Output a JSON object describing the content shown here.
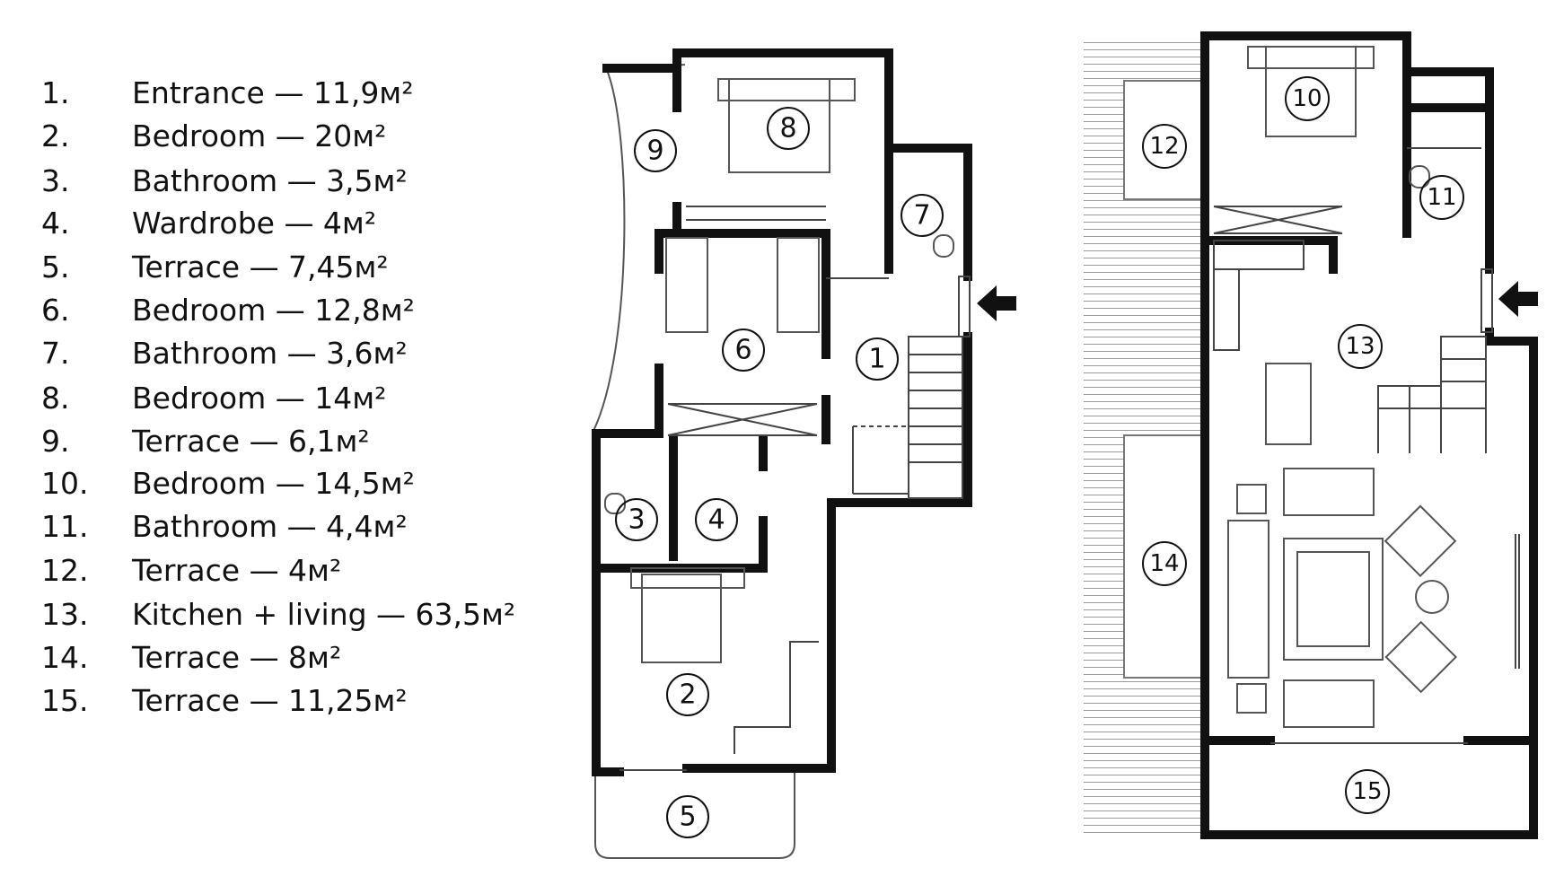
{
  "legend": [
    {
      "num": "1.",
      "text": "Entrance — 11,9м²"
    },
    {
      "num": "2.",
      "text": "Bedroom — 20м²"
    },
    {
      "num": "3.",
      "text": "Bathroom — 3,5м²"
    },
    {
      "num": "4.",
      "text": "Wardrobe — 4м²"
    },
    {
      "num": "5.",
      "text": "Terrace — 7,45м²"
    },
    {
      "num": "6.",
      "text": "Bedroom  — 12,8м²"
    },
    {
      "num": "7.",
      "text": "Bathroom — 3,6м²"
    },
    {
      "num": "8.",
      "text": "Bedroom — 14м²"
    },
    {
      "num": "9.",
      "text": "Terrace — 6,1м²"
    },
    {
      "num": "10.",
      "text": "Bedroom — 14,5м²"
    },
    {
      "num": "11.",
      "text": "Bathroom — 4,4м²"
    },
    {
      "num": "12.",
      "text": "Terrace — 4м²"
    },
    {
      "num": "13.",
      "text": "Kitchen + living — 63,5м²"
    },
    {
      "num": "14.",
      "text": "Terrace — 8м²"
    },
    {
      "num": "15.",
      "text": "Terrace — 11,25м²"
    }
  ],
  "room_numbers": [
    "1",
    "2",
    "3",
    "4",
    "5",
    "6",
    "7",
    "8",
    "9",
    "10",
    "11",
    "12",
    "13",
    "14",
    "15"
  ],
  "entrance_arrows": [
    "entrance-arrow-icon",
    "entrance-arrow-icon"
  ],
  "colors": {
    "wall": "#111111",
    "line": "#555555",
    "background": "#ffffff"
  }
}
